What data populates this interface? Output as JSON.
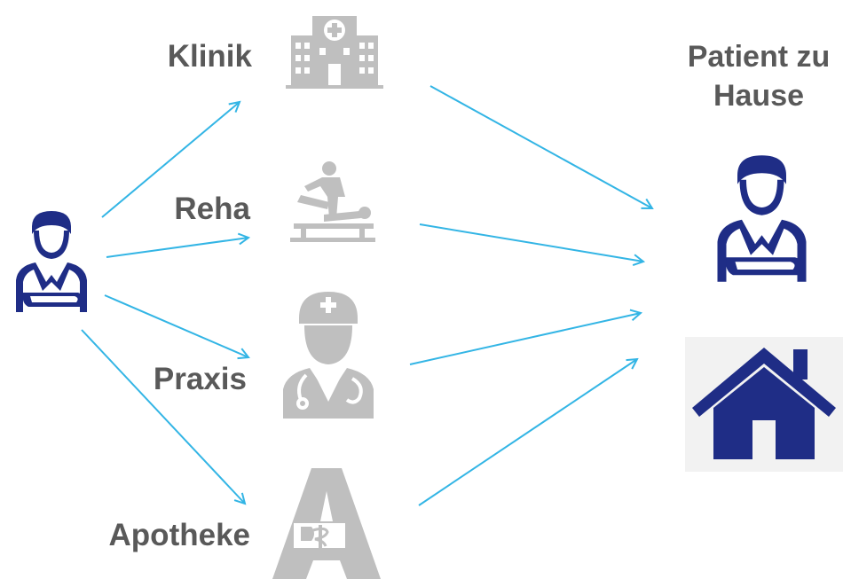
{
  "nodes": {
    "klinik": {
      "label": "Klinik",
      "icon": "hospital-icon"
    },
    "reha": {
      "label": "Reha",
      "icon": "rehab-therapy-icon"
    },
    "praxis": {
      "label": "Praxis",
      "icon": "doctor-icon"
    },
    "apotheke": {
      "label": "Apotheke",
      "icon": "pharmacy-icon"
    }
  },
  "source": {
    "icon": "patient-icon"
  },
  "destination": {
    "title_line1": "Patient zu",
    "title_line2": "Hause",
    "patient_icon": "patient-icon",
    "home_icon": "house-icon"
  },
  "colors": {
    "arrow": "#33b5e5",
    "label_text": "#595959",
    "grey_icon": "#bfbfbf",
    "navy": "#1f2d86",
    "house_background": "#f2f2f2"
  }
}
